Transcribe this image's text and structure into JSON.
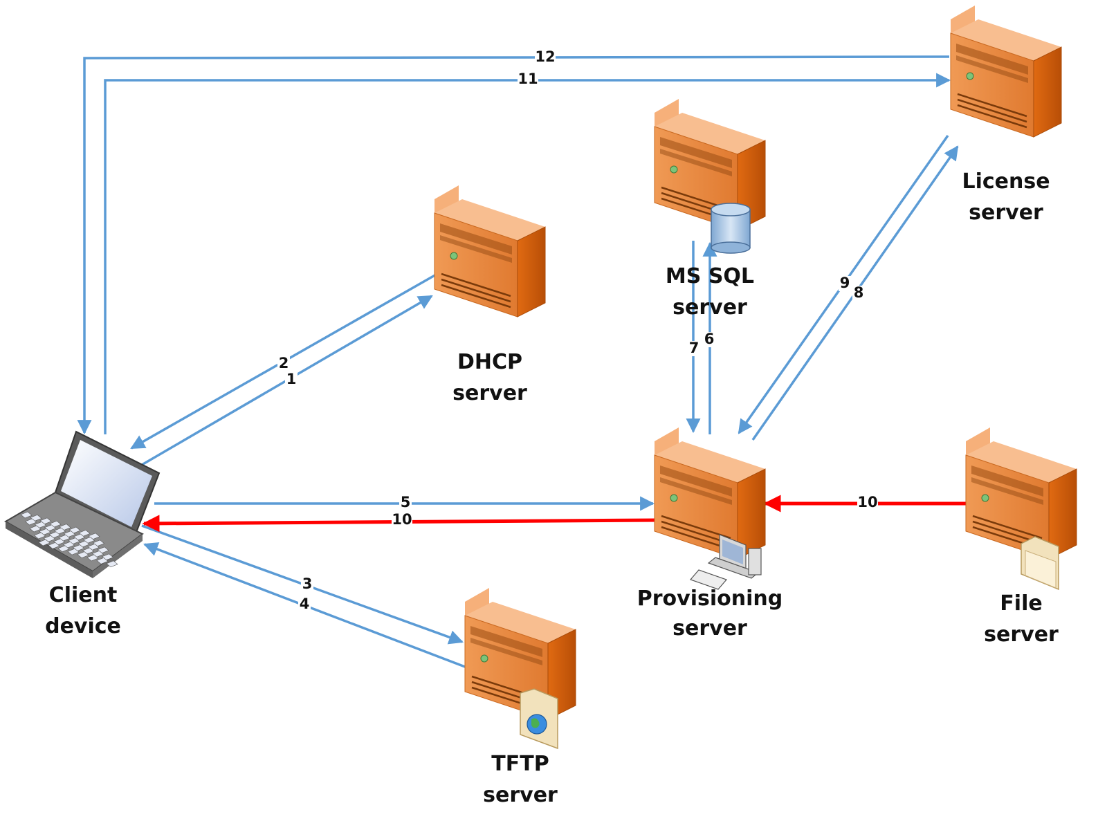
{
  "colors": {
    "request": "#5b9bd5",
    "transfer": "#ff0000",
    "server_front": "#e8853d",
    "server_side": "#d9620c",
    "server_top": "#f6b07a",
    "label": "#111111"
  },
  "nodes": {
    "client": {
      "line1": "Client",
      "line2": "device",
      "icon": "laptop-icon"
    },
    "dhcp": {
      "line1": "DHCP",
      "line2": "server",
      "icon": "server-tower-icon"
    },
    "tftp": {
      "line1": "TFTP",
      "line2": "server",
      "icon": "server-tower-icon",
      "badge": "globe-folder-icon"
    },
    "mssql": {
      "line1": "MS SQL",
      "line2": "server",
      "icon": "server-tower-icon",
      "badge": "database-cylinder-icon"
    },
    "provisioning": {
      "line1": "Provisioning",
      "line2": "server",
      "icon": "server-tower-icon",
      "badge": "desktop-computer-icon"
    },
    "license": {
      "line1": "License",
      "line2": "server",
      "icon": "server-tower-icon"
    },
    "file": {
      "line1": "File",
      "line2": "server",
      "icon": "server-tower-icon",
      "badge": "folder-icon"
    }
  },
  "edges": [
    {
      "id": "e1",
      "label": "1",
      "from": "client",
      "to": "dhcp",
      "kind": "request"
    },
    {
      "id": "e2",
      "label": "2",
      "from": "dhcp",
      "to": "client",
      "kind": "request"
    },
    {
      "id": "e3",
      "label": "3",
      "from": "client",
      "to": "tftp",
      "kind": "request"
    },
    {
      "id": "e4",
      "label": "4",
      "from": "tftp",
      "to": "client",
      "kind": "request"
    },
    {
      "id": "e5",
      "label": "5",
      "from": "client",
      "to": "provisioning",
      "kind": "request"
    },
    {
      "id": "e6",
      "label": "6",
      "from": "provisioning",
      "to": "mssql",
      "kind": "request"
    },
    {
      "id": "e7",
      "label": "7",
      "from": "mssql",
      "to": "provisioning",
      "kind": "request"
    },
    {
      "id": "e8",
      "label": "8",
      "from": "provisioning",
      "to": "license",
      "kind": "request"
    },
    {
      "id": "e9",
      "label": "9",
      "from": "license",
      "to": "provisioning",
      "kind": "request"
    },
    {
      "id": "e10a",
      "label": "10",
      "from": "file",
      "to": "provisioning",
      "kind": "transfer"
    },
    {
      "id": "e10b",
      "label": "10",
      "from": "provisioning",
      "to": "client",
      "kind": "transfer"
    },
    {
      "id": "e11",
      "label": "11",
      "from": "client",
      "to": "license",
      "kind": "request"
    },
    {
      "id": "e12",
      "label": "12",
      "from": "license",
      "to": "client",
      "kind": "request"
    }
  ]
}
